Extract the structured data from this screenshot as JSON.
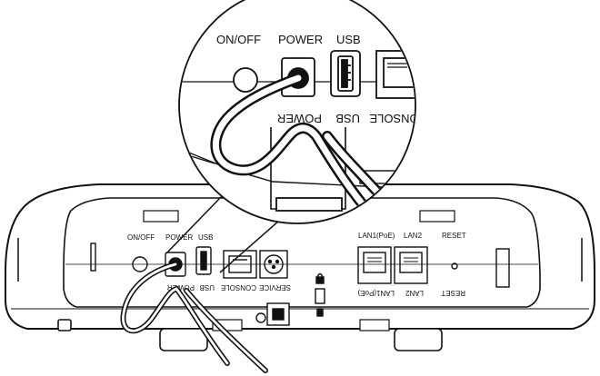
{
  "zoom_labels": {
    "top": {
      "on_off": "ON/OFF",
      "power": "POWER",
      "usb": "USB"
    },
    "mirrored": {
      "power": "POWER",
      "usb": "USB",
      "console": "CONSOLE"
    }
  },
  "panel_labels": {
    "top": {
      "on_off": "ON/OFF",
      "power": "POWER",
      "usb": "USB",
      "lan1": "LAN1(PoE)",
      "lan2": "LAN2",
      "reset": "RESET"
    },
    "mirrored": {
      "power": "POWER",
      "usb": "USB",
      "console": "CONSOLE",
      "service": "SERVICE",
      "lan1": "LAN1(PoE)",
      "lan2": "LAN2",
      "reset": "RESET"
    }
  },
  "icons": {
    "lock": "lock-icon"
  }
}
